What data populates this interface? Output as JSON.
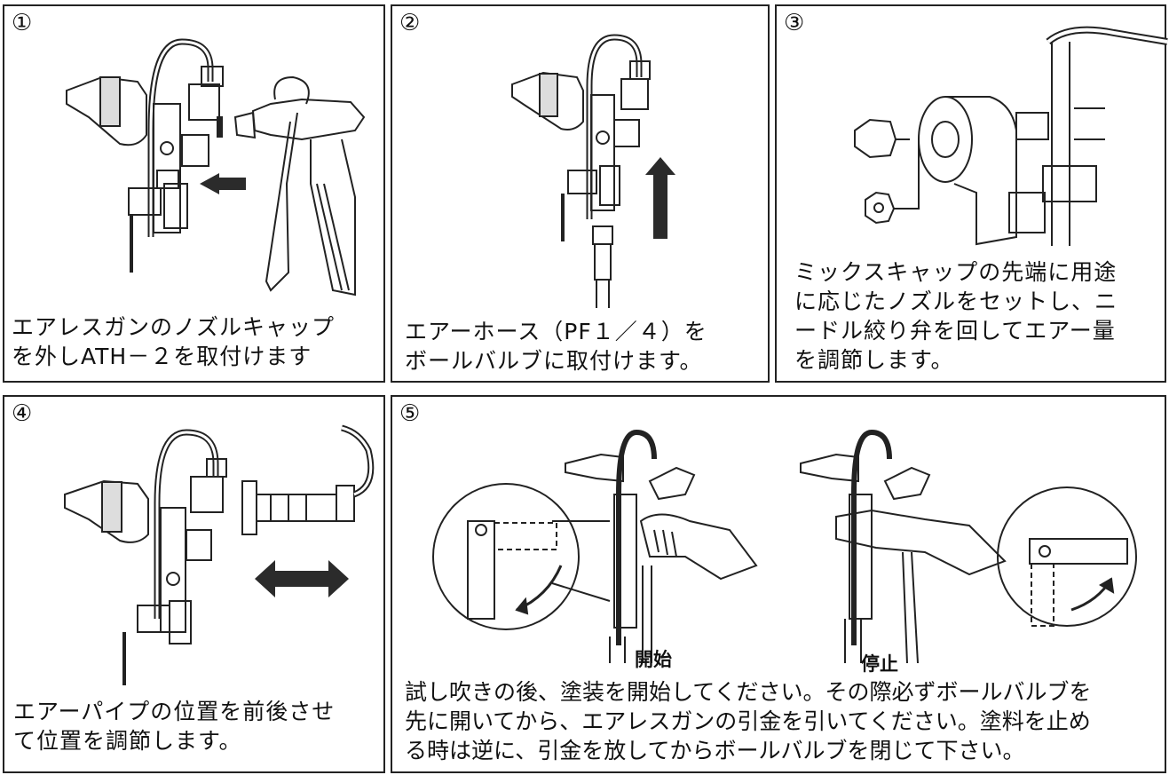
{
  "panels": [
    {
      "number": "①",
      "caption": [
        "エアレスガンのノズルキャップ",
        "を外しATH－２を取付けます"
      ]
    },
    {
      "number": "②",
      "caption": [
        "エアーホース（PF１／４）を",
        "ボールバルブに取付けます。"
      ]
    },
    {
      "number": "③",
      "caption": [
        "ミックスキャップの先端に用途",
        "に応じたノズルをセットし、ニ",
        "ードル絞り弁を回してエアー量",
        "を調節します。"
      ]
    },
    {
      "number": "④",
      "caption": [
        "エアーパイプの位置を前後させ",
        "て位置を調節します。"
      ]
    },
    {
      "number": "⑤",
      "labels": {
        "start": "開始",
        "stop": "停止"
      },
      "caption": [
        "試し吹きの後、塗装を開始してください。その際必ずボールバルブを",
        "先に開いてから、エアレスガンの引金を引いてください。塗料を止め",
        "る時は逆に、引金を放してからボールバルブを閉じて下さい。"
      ]
    }
  ],
  "colors": {
    "line": "#222222",
    "arrow": "#2b2b2b"
  }
}
